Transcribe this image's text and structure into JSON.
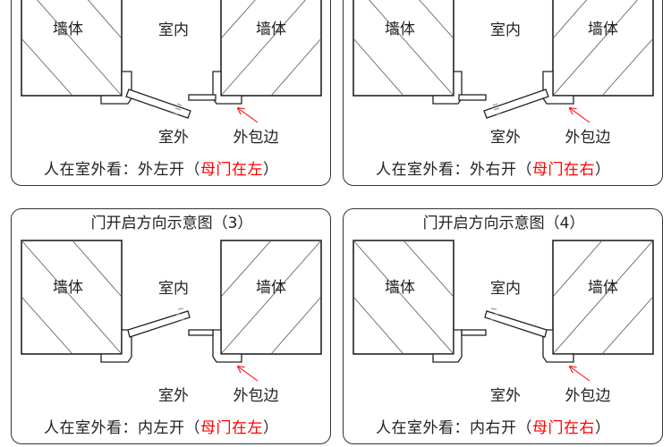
{
  "colors": {
    "highlight": "#ff0000",
    "stroke": "#333333"
  },
  "panels": [
    {
      "id": 1,
      "title": null,
      "wall_label": "墙体",
      "indoor_label": "室内",
      "outdoor_label": "室外",
      "trim_label": "外包边",
      "caption_prefix": "人在室外看：外左开（",
      "caption_highlight": "母门在左",
      "caption_suffix": "）"
    },
    {
      "id": 2,
      "title": null,
      "wall_label": "墙体",
      "indoor_label": "室内",
      "outdoor_label": "室外",
      "trim_label": "外包边",
      "caption_prefix": "人在室外看：外右开（",
      "caption_highlight": "母门在右",
      "caption_suffix": "）"
    },
    {
      "id": 3,
      "title": "门开启方向示意图（3）",
      "wall_label": "墙体",
      "indoor_label": "室内",
      "outdoor_label": "室外",
      "trim_label": "外包边",
      "caption_prefix": "人在室外看：内左开（",
      "caption_highlight": "母门在左",
      "caption_suffix": "）"
    },
    {
      "id": 4,
      "title": "门开启方向示意图（4）",
      "wall_label": "墙体",
      "indoor_label": "室内",
      "outdoor_label": "室外",
      "trim_label": "外包边",
      "caption_prefix": "人在室外看：内右开（",
      "caption_highlight": "母门在右",
      "caption_suffix": "）"
    }
  ]
}
